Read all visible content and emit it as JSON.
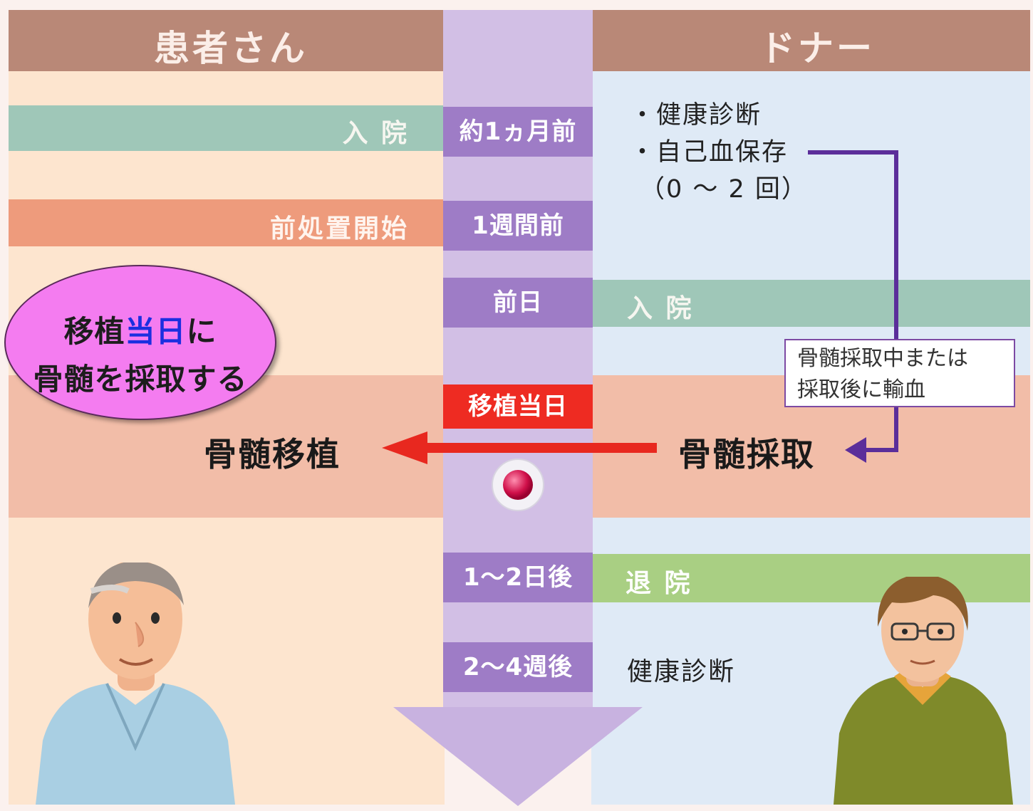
{
  "header": {
    "patient": "患者さん",
    "donor": "ドナー"
  },
  "timeline": [
    {
      "time": "約1ヵ月前",
      "patient_event": "入 院"
    },
    {
      "time": "1週間前",
      "patient_event": "前処置開始"
    },
    {
      "time": "前日",
      "donor_event": "入 院"
    },
    {
      "time": "移植当日",
      "patient_event": "骨髄移植",
      "donor_event": "骨髄採取"
    },
    {
      "time": "1〜2日後",
      "donor_event": "退 院"
    },
    {
      "time": "2〜4週後",
      "donor_event": "健康診断"
    }
  ],
  "donor_prep": {
    "item1": "・健康診断",
    "item2": "・自己血保存",
    "item3": "（0 〜 2 回）"
  },
  "transfusion_note": {
    "line1": "骨髄採取中または",
    "line2": "採取後に輸血"
  },
  "callout": {
    "part1": "移植",
    "highlight": "当日",
    "part2": "に",
    "line2": "骨髄を採取する"
  },
  "colors": {
    "header": "#b98877",
    "teal_band": "#9fc7b8",
    "salmon_band": "#ee9b7c",
    "timeline_purple": "#9e7cc6",
    "today_red": "#ee2b22",
    "arrow_red": "#e8281f",
    "bracket_purple": "#5b2e9a",
    "discharge_green": "#a9cf83",
    "callout_pink": "#f47cf0",
    "highlight_blue": "#1b2fe0"
  }
}
